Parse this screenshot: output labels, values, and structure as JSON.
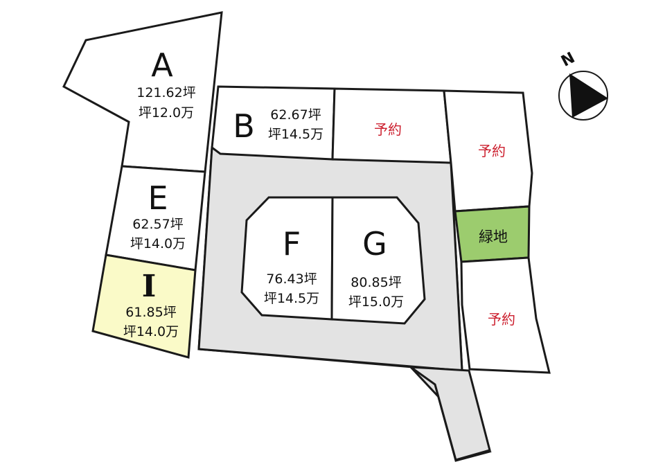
{
  "plots": {
    "A": {
      "letter": "A",
      "area": "121.62坪",
      "price": "坪12.0万"
    },
    "B": {
      "letter": "B",
      "area": "62.67坪",
      "price": "坪14.5万"
    },
    "E": {
      "letter": "E",
      "area": "62.57坪",
      "price": "坪14.0万"
    },
    "I": {
      "letter": "I",
      "area": "61.85坪",
      "price": "坪14.0万"
    },
    "F": {
      "letter": "F",
      "area": "76.43坪",
      "price": "坪14.5万"
    },
    "G": {
      "letter": "G",
      "area": "80.85坪",
      "price": "坪15.0万"
    }
  },
  "reserved": {
    "top_middle": "予約",
    "right_upper": "予約",
    "right_lower": "予約"
  },
  "green_space": {
    "label": "緑地"
  },
  "compass": {
    "label": "N"
  },
  "colors": {
    "road": "#e3e3e3",
    "green": "#9ccc6e",
    "plot_i": "#fafac8",
    "reserved_text": "#cc1f2e",
    "outline": "#1a1a1a"
  }
}
